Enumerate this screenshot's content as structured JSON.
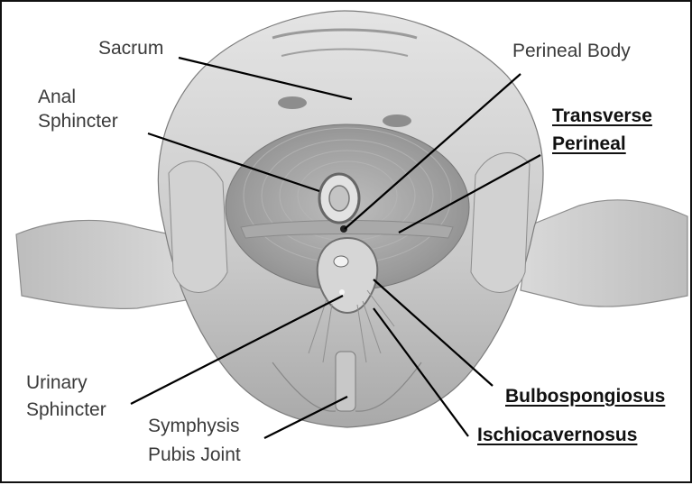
{
  "figure": {
    "labels": {
      "sacrum": [
        "Sacrum"
      ],
      "anal_sphincter": [
        "Anal",
        "Sphincter"
      ],
      "perineal_body": [
        "Perineal Body"
      ],
      "transverse_perineal": [
        "Transverse",
        "Perineal"
      ],
      "urinary_sphincter": [
        "Urinary",
        "Sphincter"
      ],
      "symphysis_pubis_joint": [
        "Symphysis",
        "Pubis Joint"
      ],
      "bulbospongiosus": [
        "Bulbospongiosus"
      ],
      "ischiocavernosus": [
        "Ischiocavernosus"
      ]
    }
  }
}
